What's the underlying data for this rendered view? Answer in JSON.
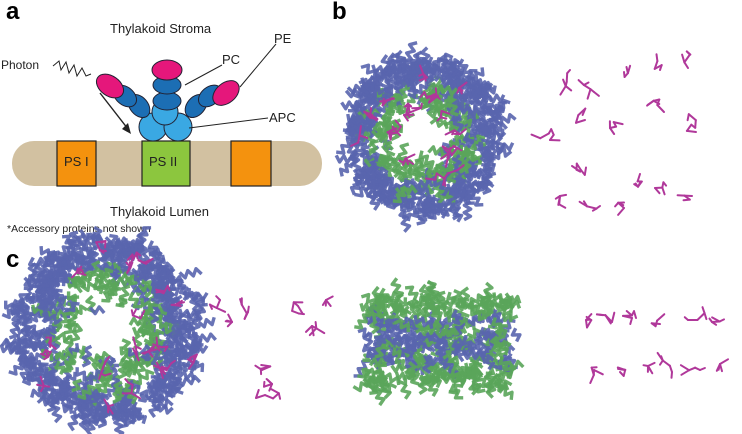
{
  "panels": {
    "a": "a",
    "b": "b",
    "c": "c"
  },
  "diagram": {
    "stroma_label": "Thylakoid Stroma",
    "lumen_label": "Thylakoid Lumen",
    "photon_label": "Photon",
    "pc_label": "PC",
    "pe_label": "PE",
    "apc_label": "APC",
    "ps1_label": "PS I",
    "ps2_label": "PS II",
    "footnote": "*Accessory proteins not shown"
  },
  "colors": {
    "membrane": "#d2c1a1",
    "ps1": "#f4920e",
    "ps2": "#8cc63e",
    "pe": "#e5177b",
    "pc": "#1c6eb4",
    "apc": "#3aa8e3",
    "helix_blue": "#5965ae",
    "helix_green": "#5aa55a",
    "chromophore": "#b0389a"
  }
}
